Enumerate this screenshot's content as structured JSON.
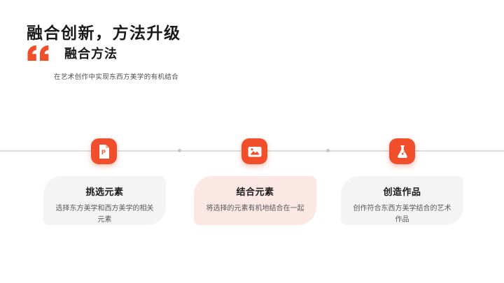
{
  "slide": {
    "title": "融合创新，方法升级",
    "section": {
      "heading": "融合方法",
      "subtitle": "在艺术创作中实现东西方美学的有机结合"
    },
    "colors": {
      "accent": "#F14E2B",
      "title_text": "#1A1A1A",
      "muted_text": "#595959",
      "timeline_line": "#DCDCDC",
      "timeline_dot": "#C6C6C6",
      "card_gray_bg": "#F4F4F4",
      "card_pink_bg": "#FBE8E4"
    },
    "steps": [
      {
        "icon": "document-p-icon",
        "title": "挑选元素",
        "description": "选择东方美学和西方美学的相关元素",
        "highlighted": false
      },
      {
        "icon": "image-icon",
        "title": "结合元素",
        "description": "将选择的元素有机地结合在一起",
        "highlighted": true
      },
      {
        "icon": "flask-icon",
        "title": "创造作品",
        "description": "创作符合东西方美学结合的艺术作品",
        "highlighted": false
      }
    ]
  }
}
